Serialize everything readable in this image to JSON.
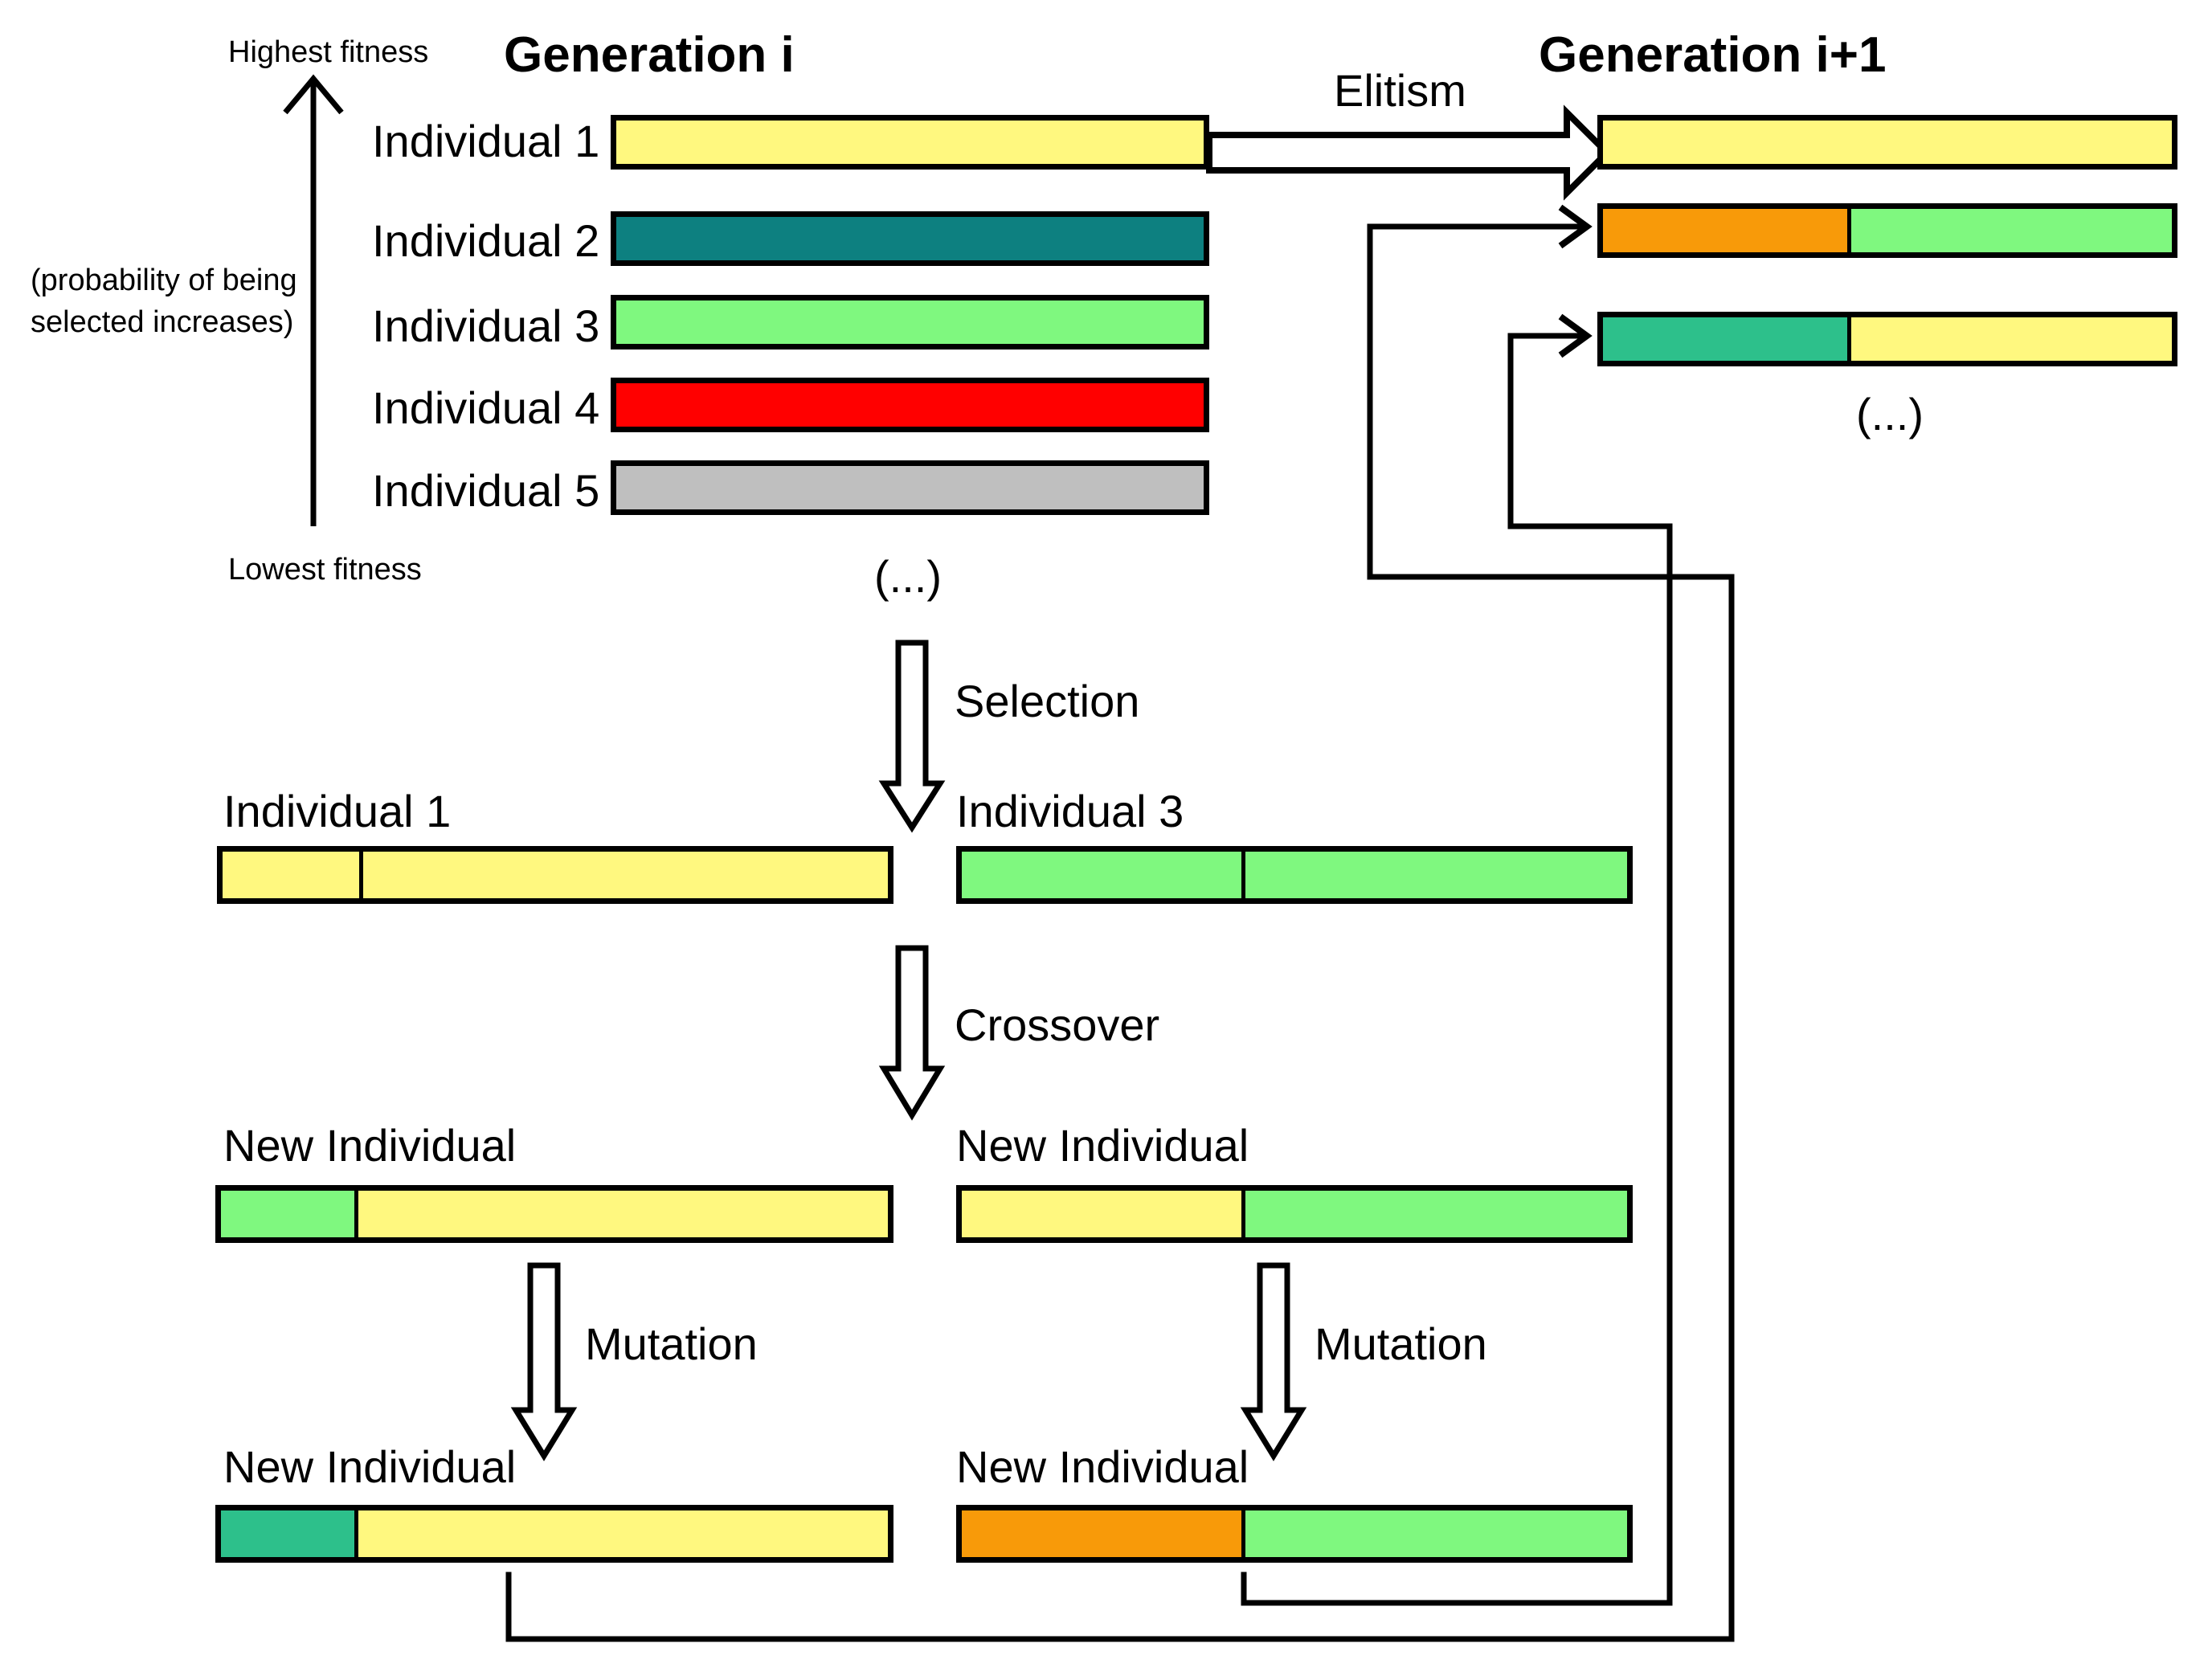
{
  "title_left": "Generation i",
  "title_right": "Generation i+1",
  "fitness_axis": {
    "top_label": "Highest fitness",
    "bottom_label": "Lowest fitness",
    "note_line1": "(probability of being",
    "note_line2": "selected increases)"
  },
  "operators": {
    "elitism": "Elitism",
    "selection": "Selection",
    "crossover": "Crossover",
    "mutation_left": "Mutation",
    "mutation_right": "Mutation"
  },
  "ellipsis": {
    "generation_i": "(...)",
    "generation_i1": "(...)"
  },
  "colors": {
    "yellow": "#FFF87F",
    "teal_dark": "#0D8080",
    "green_light": "#7FF87F",
    "red": "#FF0000",
    "gray": "#BFBFBF",
    "orange": "#F89A09",
    "green_teal": "#2DC08B",
    "outline": "#000000",
    "background": "#FFFFFF"
  },
  "generation_i": {
    "individuals": [
      {
        "label": "Individual 1",
        "segments": [
          {
            "color": "#FFF87F",
            "weight": 1
          }
        ]
      },
      {
        "label": "Individual 2",
        "segments": [
          {
            "color": "#0D8080",
            "weight": 1
          }
        ]
      },
      {
        "label": "Individual 3",
        "segments": [
          {
            "color": "#7FF87F",
            "weight": 1
          }
        ]
      },
      {
        "label": "Individual 4",
        "segments": [
          {
            "color": "#FF0000",
            "weight": 1
          }
        ]
      },
      {
        "label": "Individual 5",
        "segments": [
          {
            "color": "#BFBFBF",
            "weight": 1
          }
        ]
      }
    ]
  },
  "generation_i1": {
    "individuals": [
      {
        "label": "",
        "segments": [
          {
            "color": "#FFF87F",
            "weight": 1
          }
        ]
      },
      {
        "label": "",
        "segments": [
          {
            "color": "#F89A09",
            "weight": 0.43
          },
          {
            "color": "#7FF87F",
            "weight": 0.57
          }
        ]
      },
      {
        "label": "",
        "segments": [
          {
            "color": "#2DC08B",
            "weight": 0.43
          },
          {
            "color": "#FFF87F",
            "weight": 0.57
          }
        ]
      }
    ]
  },
  "selected_parents": [
    {
      "label": "Individual 1",
      "segments": [
        {
          "color": "#FFF87F",
          "weight": 0.2
        },
        {
          "color": "#FFF87F",
          "weight": 0.8
        }
      ]
    },
    {
      "label": "Individual 3",
      "segments": [
        {
          "color": "#7FF87F",
          "weight": 0.42
        },
        {
          "color": "#7FF87F",
          "weight": 0.58
        }
      ]
    }
  ],
  "crossover_children": [
    {
      "label": "New Individual",
      "segments": [
        {
          "color": "#7FF87F",
          "weight": 0.2
        },
        {
          "color": "#FFF87F",
          "weight": 0.8
        }
      ]
    },
    {
      "label": "New Individual",
      "segments": [
        {
          "color": "#FFF87F",
          "weight": 0.42
        },
        {
          "color": "#7FF87F",
          "weight": 0.58
        }
      ]
    }
  ],
  "mutated_children": [
    {
      "label": "New Individual",
      "segments": [
        {
          "color": "#2DC08B",
          "weight": 0.2
        },
        {
          "color": "#FFF87F",
          "weight": 0.8
        }
      ]
    },
    {
      "label": "New Individual",
      "segments": [
        {
          "color": "#F89A09",
          "weight": 0.42
        },
        {
          "color": "#7FF87F",
          "weight": 0.58
        }
      ]
    }
  ]
}
